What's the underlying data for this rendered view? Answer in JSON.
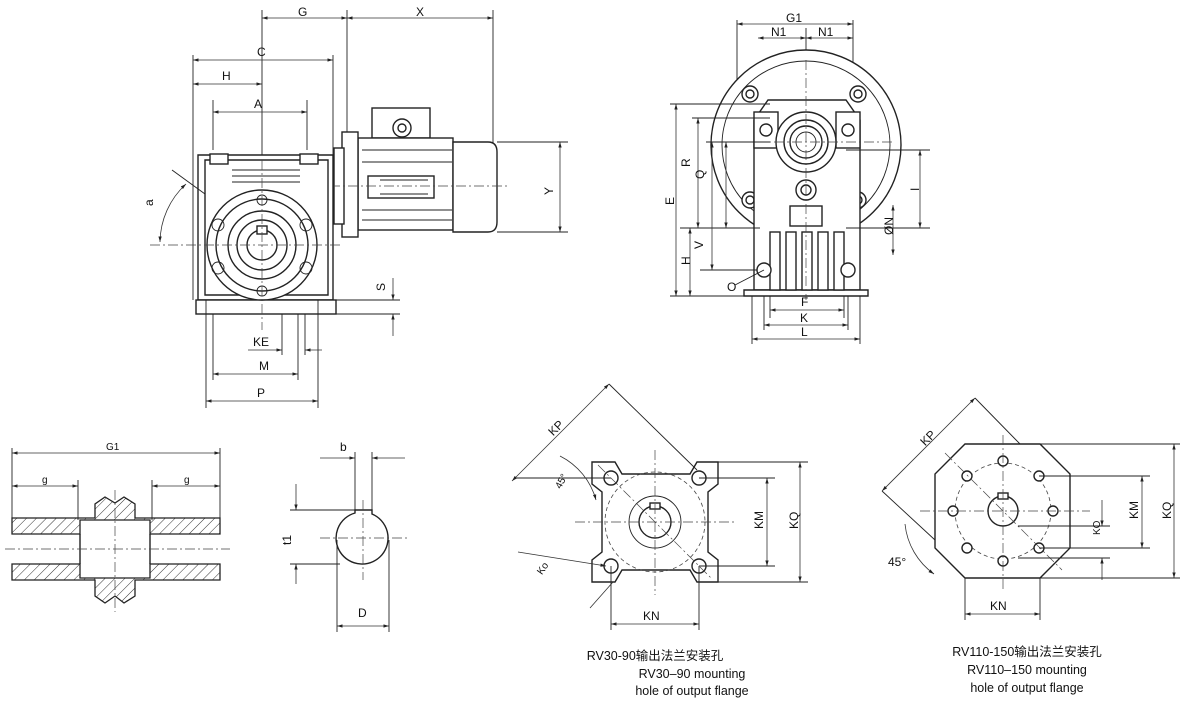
{
  "dimension_labels": {
    "G": "G",
    "X": "X",
    "C": "C",
    "H": "H",
    "A": "A",
    "a": "a",
    "Y": "Y",
    "S": "S",
    "KE": "KE",
    "M": "M",
    "P": "P",
    "G1": "G1",
    "N1_left": "N1",
    "N1_right": "N1",
    "R": "R",
    "Q": "Q",
    "E": "E",
    "V": "V",
    "H2": "H",
    "I": "I",
    "ON": "ØN",
    "O": "O",
    "F": "F",
    "K": "K",
    "L": "L",
    "shaft_G1": "G1",
    "g_left": "g",
    "g_right": "g",
    "b": "b",
    "t1": "t1",
    "D": "D",
    "KP1": "KP",
    "angle1": "45°",
    "Ko": "Ko",
    "KM1": "KM",
    "KQ1": "KQ",
    "KN1": "KN",
    "KP2": "KP",
    "angle2": "45°",
    "KO2": "KO",
    "KM2": "KM",
    "KQ2": "KQ",
    "KN2": "KN"
  },
  "captions": {
    "flange_small": {
      "line1": "RV30-90输出法兰安装孔",
      "line2": "RV30–90 mounting",
      "line3": "hole of output flange"
    },
    "flange_large": {
      "line1": "RV110-150输出法兰安装孔",
      "line2": "RV110–150 mounting",
      "line3": "hole of output flange"
    }
  }
}
